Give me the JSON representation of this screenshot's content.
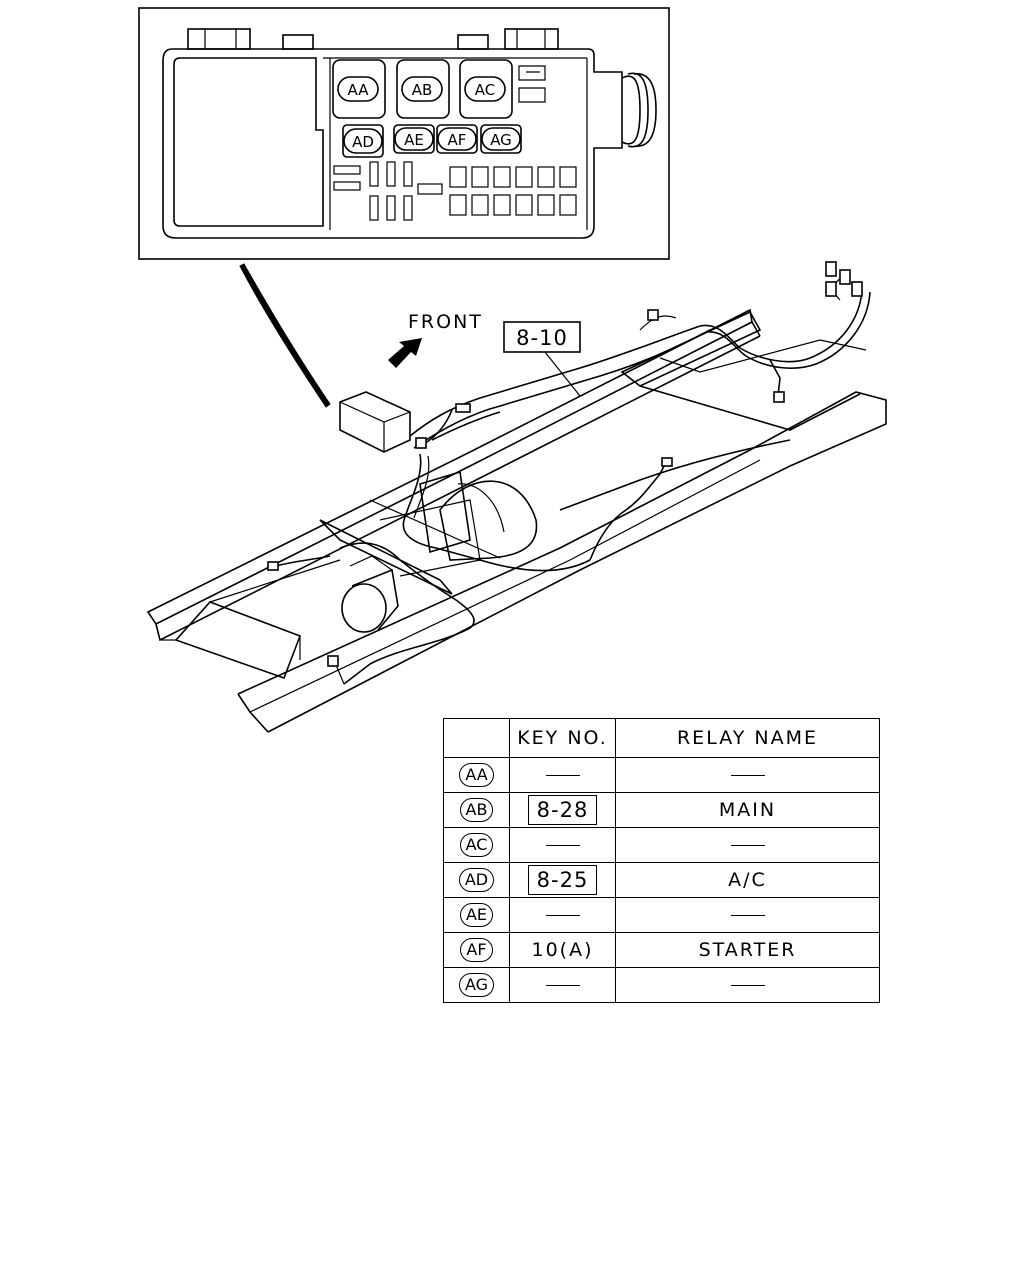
{
  "fuse_box": {
    "relay_slots": [
      "AA",
      "AB",
      "AC",
      "AD",
      "AE",
      "AF",
      "AG"
    ]
  },
  "labels": {
    "front": "FRONT",
    "ref_key": "8-10"
  },
  "table": {
    "headers": [
      "",
      "KEY NO.",
      "RELAY NAME"
    ],
    "rows": [
      {
        "code": "AA",
        "key": "",
        "name": ""
      },
      {
        "code": "AB",
        "key": "8-28",
        "key_boxed": true,
        "name": "MAIN"
      },
      {
        "code": "AC",
        "key": "",
        "name": ""
      },
      {
        "code": "AD",
        "key": "8-25",
        "key_boxed": true,
        "name": "A/C"
      },
      {
        "code": "AE",
        "key": "",
        "name": ""
      },
      {
        "code": "AF",
        "key": "10(A)",
        "key_boxed": false,
        "name": "STARTER"
      },
      {
        "code": "AG",
        "key": "",
        "name": ""
      }
    ]
  }
}
